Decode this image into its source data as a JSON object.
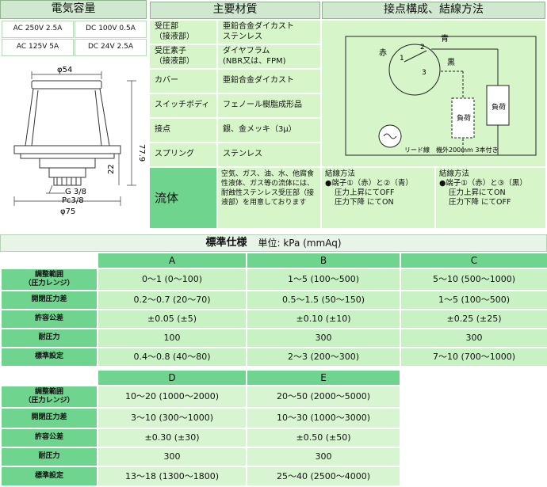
{
  "electric": {
    "title": "電気容量",
    "ratings": [
      "AC 250V 2.5A",
      "DC 100V 0.5A",
      "AC 125V 5A",
      "DC 24V 2.5A"
    ]
  },
  "drawing": {
    "dim_top": "φ54",
    "dim_height": "77.9",
    "dim_lower": "22",
    "thread": "G 3/8",
    "pc": "Pc3/8",
    "dim_base": "φ75"
  },
  "materials": {
    "title": "主要材質",
    "rows": [
      {
        "label": "受圧部\n（接液部）",
        "value": "亜鉛合金ダイカスト\nステンレス"
      },
      {
        "label": "受圧素子\n（接液部）",
        "value": "ダイヤフラム\n(NBR又は、FPM)"
      },
      {
        "label": "カバー",
        "value": "亜鉛合金ダイカスト"
      },
      {
        "label": "スイッチボディ",
        "value": "フェノール樹脂成形品"
      },
      {
        "label": "接点",
        "value": "銀、金メッキ（3μ）"
      },
      {
        "label": "スプリング",
        "value": "ステンレス"
      }
    ],
    "fluid_label": "流体",
    "fluid_value": "空気、ガス、油、水、他腐食性液体、ガス等の流体には、耐蝕性ステンレス受圧部（接液部）を用意しております"
  },
  "contact": {
    "title": "接点構成、結線方法",
    "wire_red": "赤",
    "wire_blue": "青",
    "wire_black": "黒",
    "n1": "1",
    "n2": "2",
    "n3": "3",
    "load1": "負荷",
    "load2": "負荷",
    "lead": "リード線　機外200mm 3本付き",
    "wiring1": {
      "title": "結線方法",
      "lines": [
        "●端子①（赤）と②（青）",
        "圧力上昇にてOFF",
        "圧力下降 にてON"
      ]
    },
    "wiring2": {
      "title": "結線方法",
      "lines": [
        "●端子①（赤）と③（黒）",
        "圧力上昇にてON",
        "圧力下降 にてOFF"
      ]
    }
  },
  "spec": {
    "title": "標準仕様",
    "unit": "単位: kPa (mmAq)",
    "row_labels": [
      "調整範囲\n（圧力レンジ）",
      "開閉圧力差",
      "許容公差",
      "耐圧力",
      "標準設定"
    ],
    "table1": {
      "columns": [
        "A",
        "B",
        "C"
      ],
      "rows": [
        [
          "0～1 (0～100)",
          "1～5 (100～500)",
          "5～10 (500～1000)"
        ],
        [
          "0.2～0.7 (20～70)",
          "0.5～1.5 (50～150)",
          "1～5 (100～500)"
        ],
        [
          "±0.05 (±5)",
          "±0.10 (±10)",
          "±0.25 (±25)"
        ],
        [
          "100",
          "300",
          "300"
        ],
        [
          "0.4～0.8 (40～80)",
          "2～3 (200～300)",
          "7～10 (700～1000)"
        ]
      ]
    },
    "table2": {
      "columns": [
        "D",
        "E"
      ],
      "rows": [
        [
          "10～20 (1000～2000)",
          "20～50 (2000～5000)"
        ],
        [
          "3～10 (300～1000)",
          "10～30 (1000～3000)"
        ],
        [
          "±0.30 (±30)",
          "±0.50 (±50)"
        ],
        [
          "300",
          "300"
        ],
        [
          "13～18 (1300～1800)",
          "25～40 (2500～4000)"
        ]
      ]
    }
  }
}
